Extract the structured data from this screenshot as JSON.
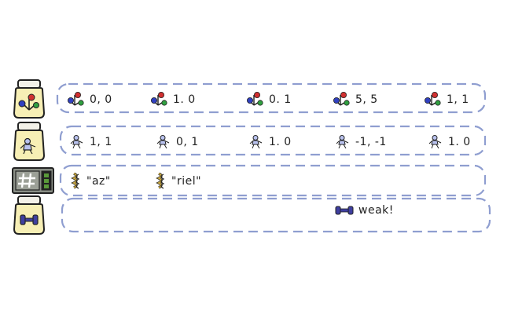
{
  "rows": [
    {
      "kind": "jar",
      "icon": "vector-jar-icon",
      "items": [
        {
          "icon": "vector-icon",
          "label": "0, 0"
        },
        {
          "icon": "vector-icon",
          "label": "1. 0"
        },
        {
          "icon": "vector-icon",
          "label": "0. 1"
        },
        {
          "icon": "vector-icon",
          "label": "5, 5"
        },
        {
          "icon": "vector-icon",
          "label": "1, 1"
        }
      ]
    },
    {
      "kind": "jar",
      "icon": "point-jar-icon",
      "items": [
        {
          "icon": "point-icon",
          "label": "1, 1"
        },
        {
          "icon": "point-icon",
          "label": "0, 1"
        },
        {
          "icon": "point-icon",
          "label": "1. 0"
        },
        {
          "icon": "point-icon",
          "label": "-1, -1"
        },
        {
          "icon": "point-icon",
          "label": "1. 0"
        }
      ]
    },
    {
      "kind": "hash-table",
      "icon": "hash-table-icon",
      "items": [
        {
          "icon": "string-icon",
          "label": "\"az\""
        },
        {
          "icon": "string-icon",
          "label": "\"riel\""
        }
      ]
    },
    {
      "kind": "jar",
      "icon": "dumbbell-jar-icon",
      "items": [
        {
          "icon": "dumbbell-icon",
          "label": "weak!"
        }
      ]
    }
  ],
  "colors": {
    "lane_border": "#8f9ed0",
    "jar_fill": "#f7efb5",
    "jar_lid": "#f3f1e8",
    "dumbbell": "#3f3fa0",
    "hash_bg": "#8a8f86",
    "hash_green": "#5a9a3a",
    "string_gold": "#c8a640"
  }
}
